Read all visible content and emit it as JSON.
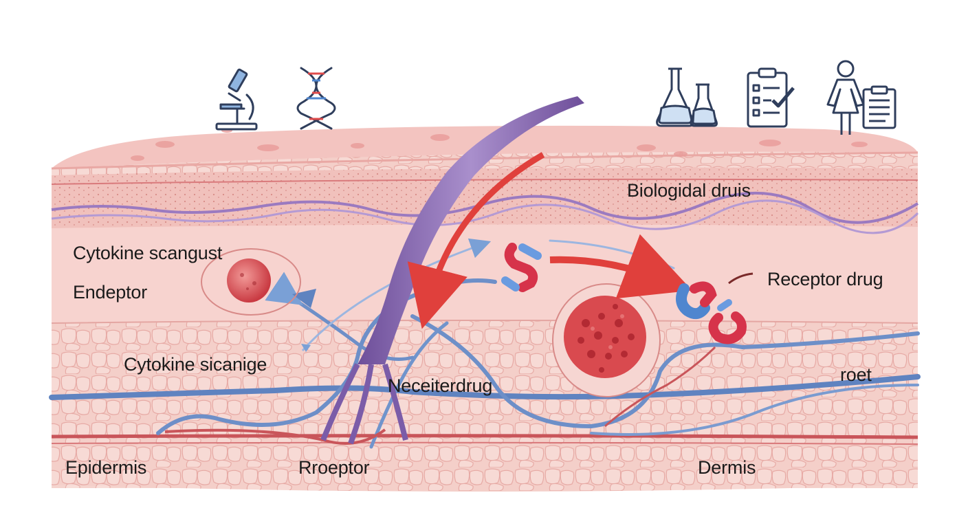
{
  "labels": {
    "biological_drugs": "Biologidal druis",
    "cytokine_scangust": "Cytokine scangust",
    "endeptor": "Endeptor",
    "receptor_drug": "Receptor drug",
    "cytokine_sicanige": "Cytokine sicanige",
    "neceiterdrug": "Neceiterdrug",
    "roet": "roet",
    "epidermis": "Epidermis",
    "rroeptor": "Rroeptor",
    "dermis": "Dermis"
  },
  "icons": [
    "microscope-icon",
    "dna-helix-icon",
    "lab-flasks-icon",
    "checklist-clipboard-icon",
    "patient-clipboard-icon"
  ],
  "colors": {
    "skin_surface": "#f3c4c0",
    "skin_layer": "#f6d4d0",
    "vessel_blue": "#6d8fc8",
    "nerve_purple": "#8a6bb0",
    "arrow_red": "#e0403c",
    "cell_red": "#d94a4f",
    "icon_navy": "#2f3e5c"
  }
}
